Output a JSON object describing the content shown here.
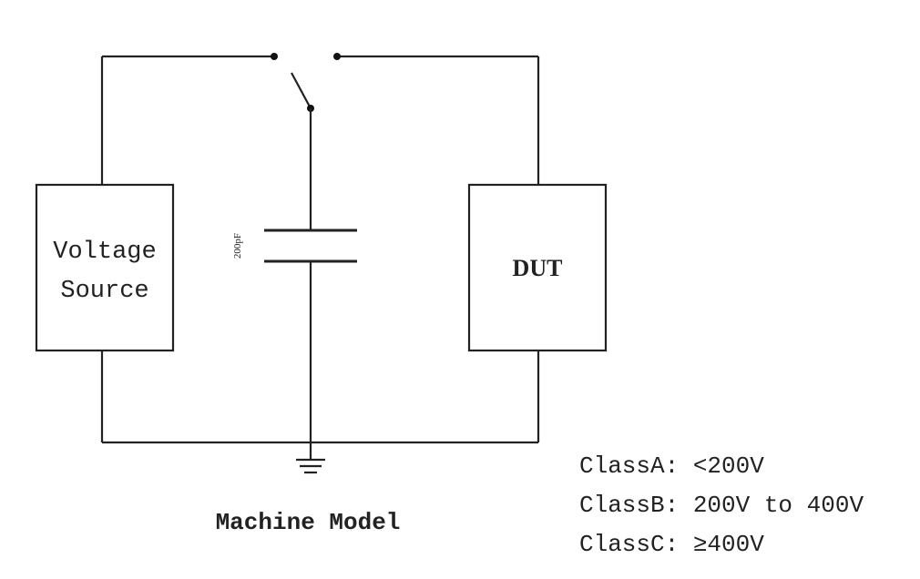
{
  "diagram": {
    "voltage_source_line1": "Voltage",
    "voltage_source_line2": "Source",
    "dut_label": "DUT",
    "capacitor_label": "200pF",
    "caption": "Machine Model",
    "classes": [
      "ClassA: <200V",
      "ClassB: 200V to 400V",
      "ClassC: ≥400V"
    ]
  }
}
